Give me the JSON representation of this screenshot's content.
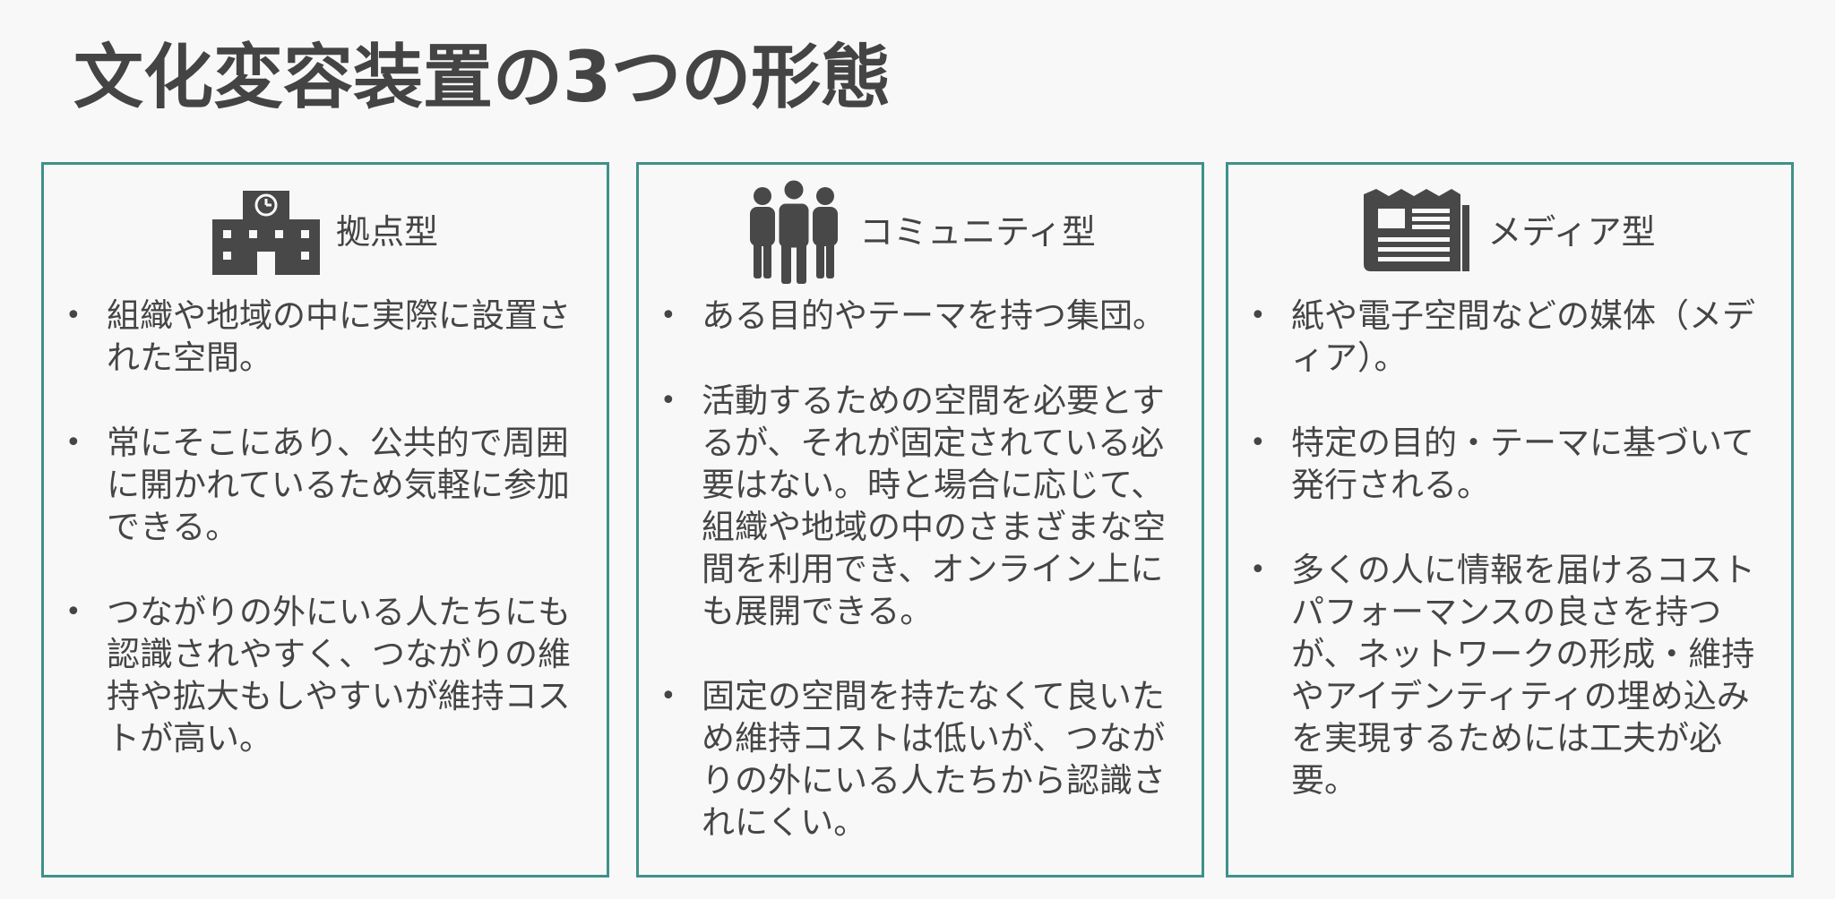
{
  "title": "文化変容装置の3つの形態",
  "colors": {
    "border": "#3e9189",
    "text": "#454545",
    "icon": "#484848",
    "background": "#f8f8f8"
  },
  "cards": [
    {
      "heading": "拠点型",
      "icon": "building-icon",
      "bullets": [
        "組織や地域の中に実際に設置された空間。",
        "常にそこにあり、公共的で周囲に開かれているため気軽に参加できる。",
        "つながりの外にいる人たちにも認識されやすく、つながりの維持や拡大もしやすいが維持コストが高い。"
      ]
    },
    {
      "heading": "コミュニティ型",
      "icon": "people-group-icon",
      "bullets": [
        "ある目的やテーマを持つ集団。",
        "活動するための空間を必要とするが、それが固定されている必要はない。時と場合に応じて、組織や地域の中のさまざまな空間を利用でき、オンライン上にも展開できる。",
        "固定の空間を持たなくて良いため維持コストは低いが、つながりの外にいる人たちから認識されにくい。"
      ]
    },
    {
      "heading": "メディア型",
      "icon": "newspaper-icon",
      "bullets": [
        "紙や電子空間などの媒体（メディア）。",
        "特定の目的・テーマに基づいて発行される。",
        "多くの人に情報を届けるコストパフォーマンスの良さを持つが、ネットワークの形成・維持やアイデンティティの埋め込みを実現するためには工夫が必要。"
      ]
    }
  ]
}
